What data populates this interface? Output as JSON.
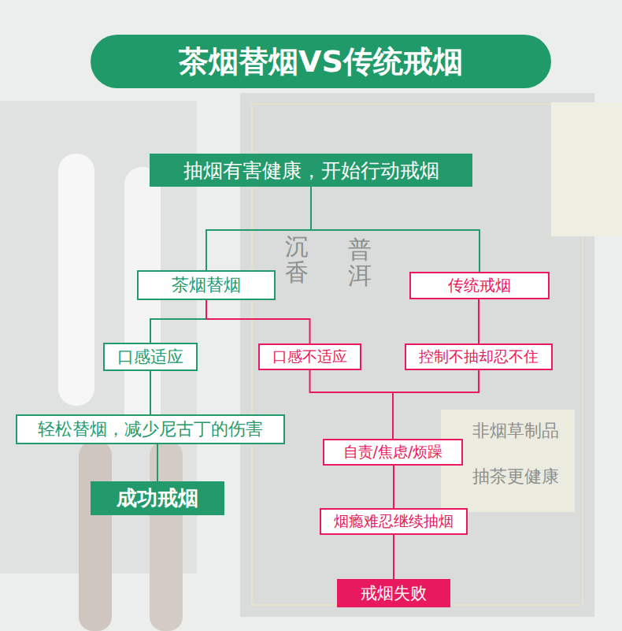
{
  "diagram": {
    "title": "茶烟替烟VS传统戒烟",
    "nodes": [
      {
        "text": [
          "抽烟有害健康，开始行动戒烟"
        ]
      },
      {
        "text": [
          "茶烟替烟"
        ]
      },
      {
        "text": [
          "传统戒烟"
        ]
      },
      {
        "text": [
          "口感适应"
        ]
      },
      {
        "text": [
          "口感不适应"
        ]
      },
      {
        "text": [
          "控制不抽却忍不住"
        ]
      },
      {
        "text": [
          "轻松替烟，减少尼古丁的伤害"
        ]
      },
      {
        "text": [
          "成功戒烟"
        ]
      },
      {
        "text": [
          "自责/焦虑/烦躁"
        ]
      },
      {
        "text": [
          "烟瘾难忍继续抽烟"
        ]
      },
      {
        "text": [
          "戒烟失败"
        ]
      }
    ],
    "edges": [
      {
        "from": 0,
        "to": 1,
        "arrow": "none"
      },
      {
        "from": 0,
        "to": 2,
        "arrow": "none"
      },
      {
        "from": 1,
        "to": 3,
        "arrow": "none"
      },
      {
        "from": 1,
        "to": 4,
        "arrow": "none"
      },
      {
        "from": 2,
        "to": 5,
        "arrow": "none"
      },
      {
        "from": 3,
        "to": 6,
        "arrow": "none"
      },
      {
        "from": 6,
        "to": 7,
        "arrow": "none"
      },
      {
        "from": 4,
        "to": 8,
        "arrow": "none"
      },
      {
        "from": 5,
        "to": 8,
        "arrow": "none"
      },
      {
        "from": 8,
        "to": 9,
        "arrow": "none"
      },
      {
        "from": 9,
        "to": 10,
        "arrow": "none"
      }
    ],
    "labels": [
      "普洱",
      "沉香",
      "非烟草制品",
      "抽茶更健康"
    ]
  }
}
